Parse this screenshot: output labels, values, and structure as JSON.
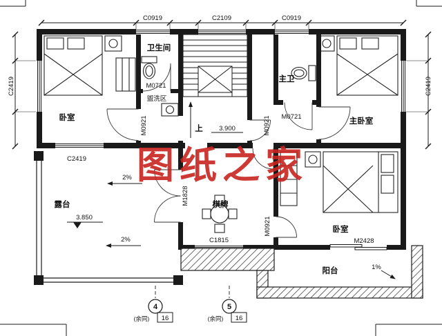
{
  "watermark": {
    "text": "图纸之家",
    "color": "#c8241f"
  },
  "dimensions": {
    "top_left": "C0919",
    "top_center": "C2109",
    "top_right": "C0919",
    "left": "C2419",
    "right": "C2419"
  },
  "rooms": {
    "bedroom_top_left": "卧室",
    "bathroom": "卫生间",
    "wash_area": "盥洗区",
    "master_bath": "主卫",
    "master_bedroom": "主卧室",
    "terrace": "露台",
    "chess": "棋牌",
    "bedroom_bottom": "卧室",
    "balcony": "阳台"
  },
  "openings": {
    "m0721_bath": "M0721",
    "m0921_bedroom": "M0921",
    "m0921_corridor": "M0921",
    "m0721_master_bath": "M0721",
    "c2419_terrace": "C2419",
    "m1828_terrace_door": "M1828",
    "c1815_chess_window": "C1815",
    "m0921_chess_door": "M0921",
    "m2428_balcony_door": "M2428"
  },
  "annotations": {
    "up": "上",
    "floor_level": "3.900",
    "terrace_level": "3.850",
    "terrace_slope_top": "2%",
    "terrace_slope_bottom": "2%",
    "balcony_slope": "1%"
  },
  "axes": {
    "axis_4": "4",
    "axis_5": "5",
    "axis_4_dim": "16",
    "axis_5_dim": "16",
    "axis_4_note": "(余同)",
    "axis_5_note": "(余同)"
  }
}
